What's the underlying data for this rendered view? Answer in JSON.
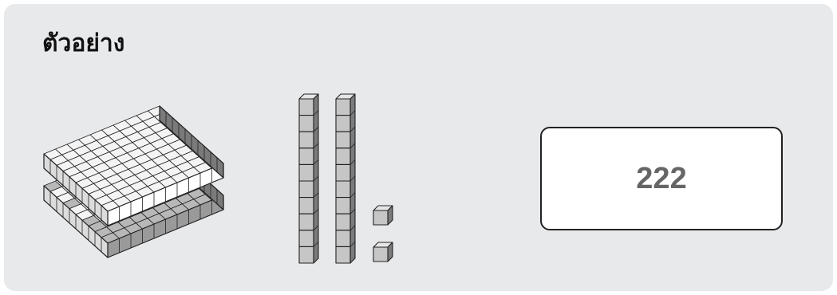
{
  "title": "ตัวอย่าง",
  "answer": "222",
  "blocks": {
    "hundreds": 2,
    "tens": 2,
    "ones": 2
  },
  "colors": {
    "background": "#e8e9eb",
    "flat_top": "#f4f4f4",
    "flat_top_shaded": "#b8b8b8",
    "rod_front": "#c6c6c6",
    "rod_side": "#7b7b7b",
    "outline": "#222222"
  }
}
